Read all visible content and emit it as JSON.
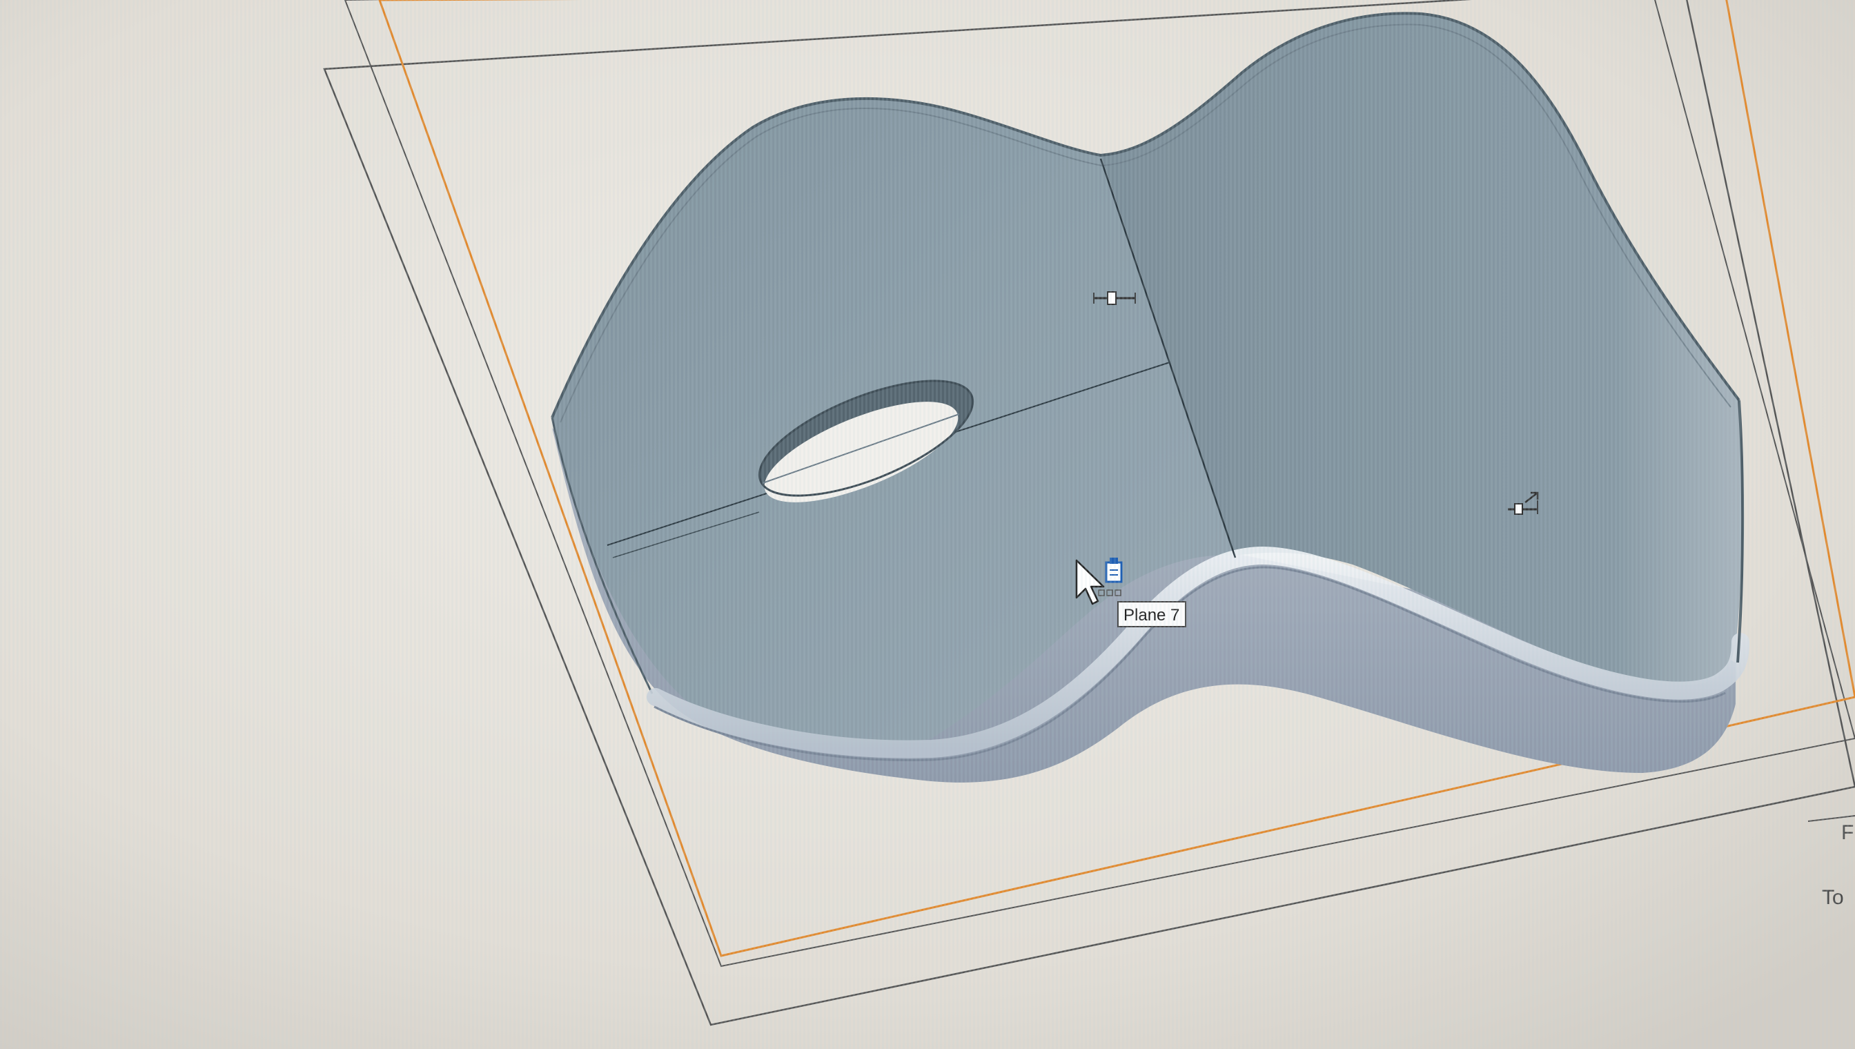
{
  "viewport": {
    "tooltip": {
      "label": "Plane 7"
    },
    "plane_labels": [
      "F",
      "To"
    ],
    "colors": {
      "background": "#e6e2db",
      "part_top_face": "#8497a1",
      "part_shadow_side": "#9aa4b2",
      "fillet_highlight": "#dfe5ee",
      "plane_border": "#555555",
      "active_plane_border": "#e28a2f",
      "tooltip_background": "#fbfbfb"
    },
    "icons": [
      "select-cursor-icon",
      "clipboard-icon",
      "dimension-handle-icon",
      "scale-handle-icon"
    ]
  }
}
